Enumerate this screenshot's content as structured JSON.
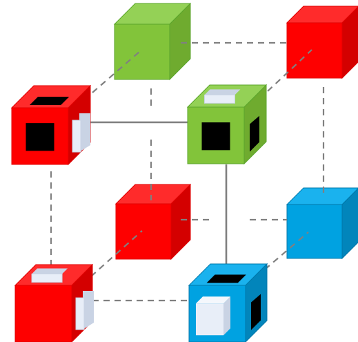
{
  "colors": {
    "background": "#ffffff",
    "red": {
      "front": "#fe0000",
      "top": "#ff2b2b",
      "side": "#d40000",
      "edge": "#e00000"
    },
    "green": {
      "front": "#82c43a",
      "top": "#94d156",
      "side": "#6fab2f",
      "edge": "#5ba52c"
    },
    "blue": {
      "front": "#00a2e1",
      "top": "#1ab2ee",
      "side": "#0285bb",
      "edge": "#0078aa"
    },
    "hole": "#000000",
    "plug": "#e8eef8",
    "plug_shade": "#c9d3e4",
    "dashed_line": "#808080",
    "solid_line": "#7f7f7f"
  },
  "cubes": [
    {
      "id": "back-top-left",
      "color": "green",
      "layer": "back",
      "features": []
    },
    {
      "id": "back-top-right",
      "color": "red",
      "layer": "back",
      "features": []
    },
    {
      "id": "back-bottom-left",
      "color": "red",
      "layer": "back",
      "features": []
    },
    {
      "id": "back-bottom-right",
      "color": "blue",
      "layer": "back",
      "features": []
    },
    {
      "id": "front-top-left",
      "color": "red",
      "layer": "front",
      "features": [
        "top-hole",
        "front-hole",
        "right-plug"
      ]
    },
    {
      "id": "front-top-right",
      "color": "green",
      "layer": "front",
      "features": [
        "top-plug",
        "front-hole",
        "right-hole"
      ]
    },
    {
      "id": "front-bottom-left",
      "color": "red",
      "layer": "front",
      "features": [
        "top-plug",
        "right-plug"
      ]
    },
    {
      "id": "front-bottom-right",
      "color": "blue",
      "layer": "front",
      "features": [
        "top-hole",
        "front-plug",
        "right-hole"
      ]
    }
  ],
  "connections": [
    {
      "from": "front-top-left",
      "to": "front-top-right",
      "style": "solid"
    },
    {
      "from": "front-top-right",
      "to": "front-bottom-right",
      "style": "solid"
    },
    {
      "from": "front-top-left",
      "to": "front-bottom-left",
      "style": "dashed"
    },
    {
      "from": "front-bottom-left",
      "to": "front-bottom-right",
      "style": "dashed"
    },
    {
      "from": "back-top-left",
      "to": "back-top-right",
      "style": "dashed"
    },
    {
      "from": "back-top-right",
      "to": "back-bottom-right",
      "style": "dashed"
    },
    {
      "from": "back-top-left",
      "to": "back-bottom-left",
      "style": "dashed"
    },
    {
      "from": "back-bottom-left",
      "to": "back-bottom-right",
      "style": "dashed"
    },
    {
      "from": "front-top-left",
      "to": "back-top-left",
      "style": "dashed"
    },
    {
      "from": "front-top-right",
      "to": "back-top-right",
      "style": "dashed"
    },
    {
      "from": "front-bottom-left",
      "to": "back-bottom-left",
      "style": "dashed"
    },
    {
      "from": "front-bottom-right",
      "to": "back-bottom-right",
      "style": "dashed"
    }
  ]
}
